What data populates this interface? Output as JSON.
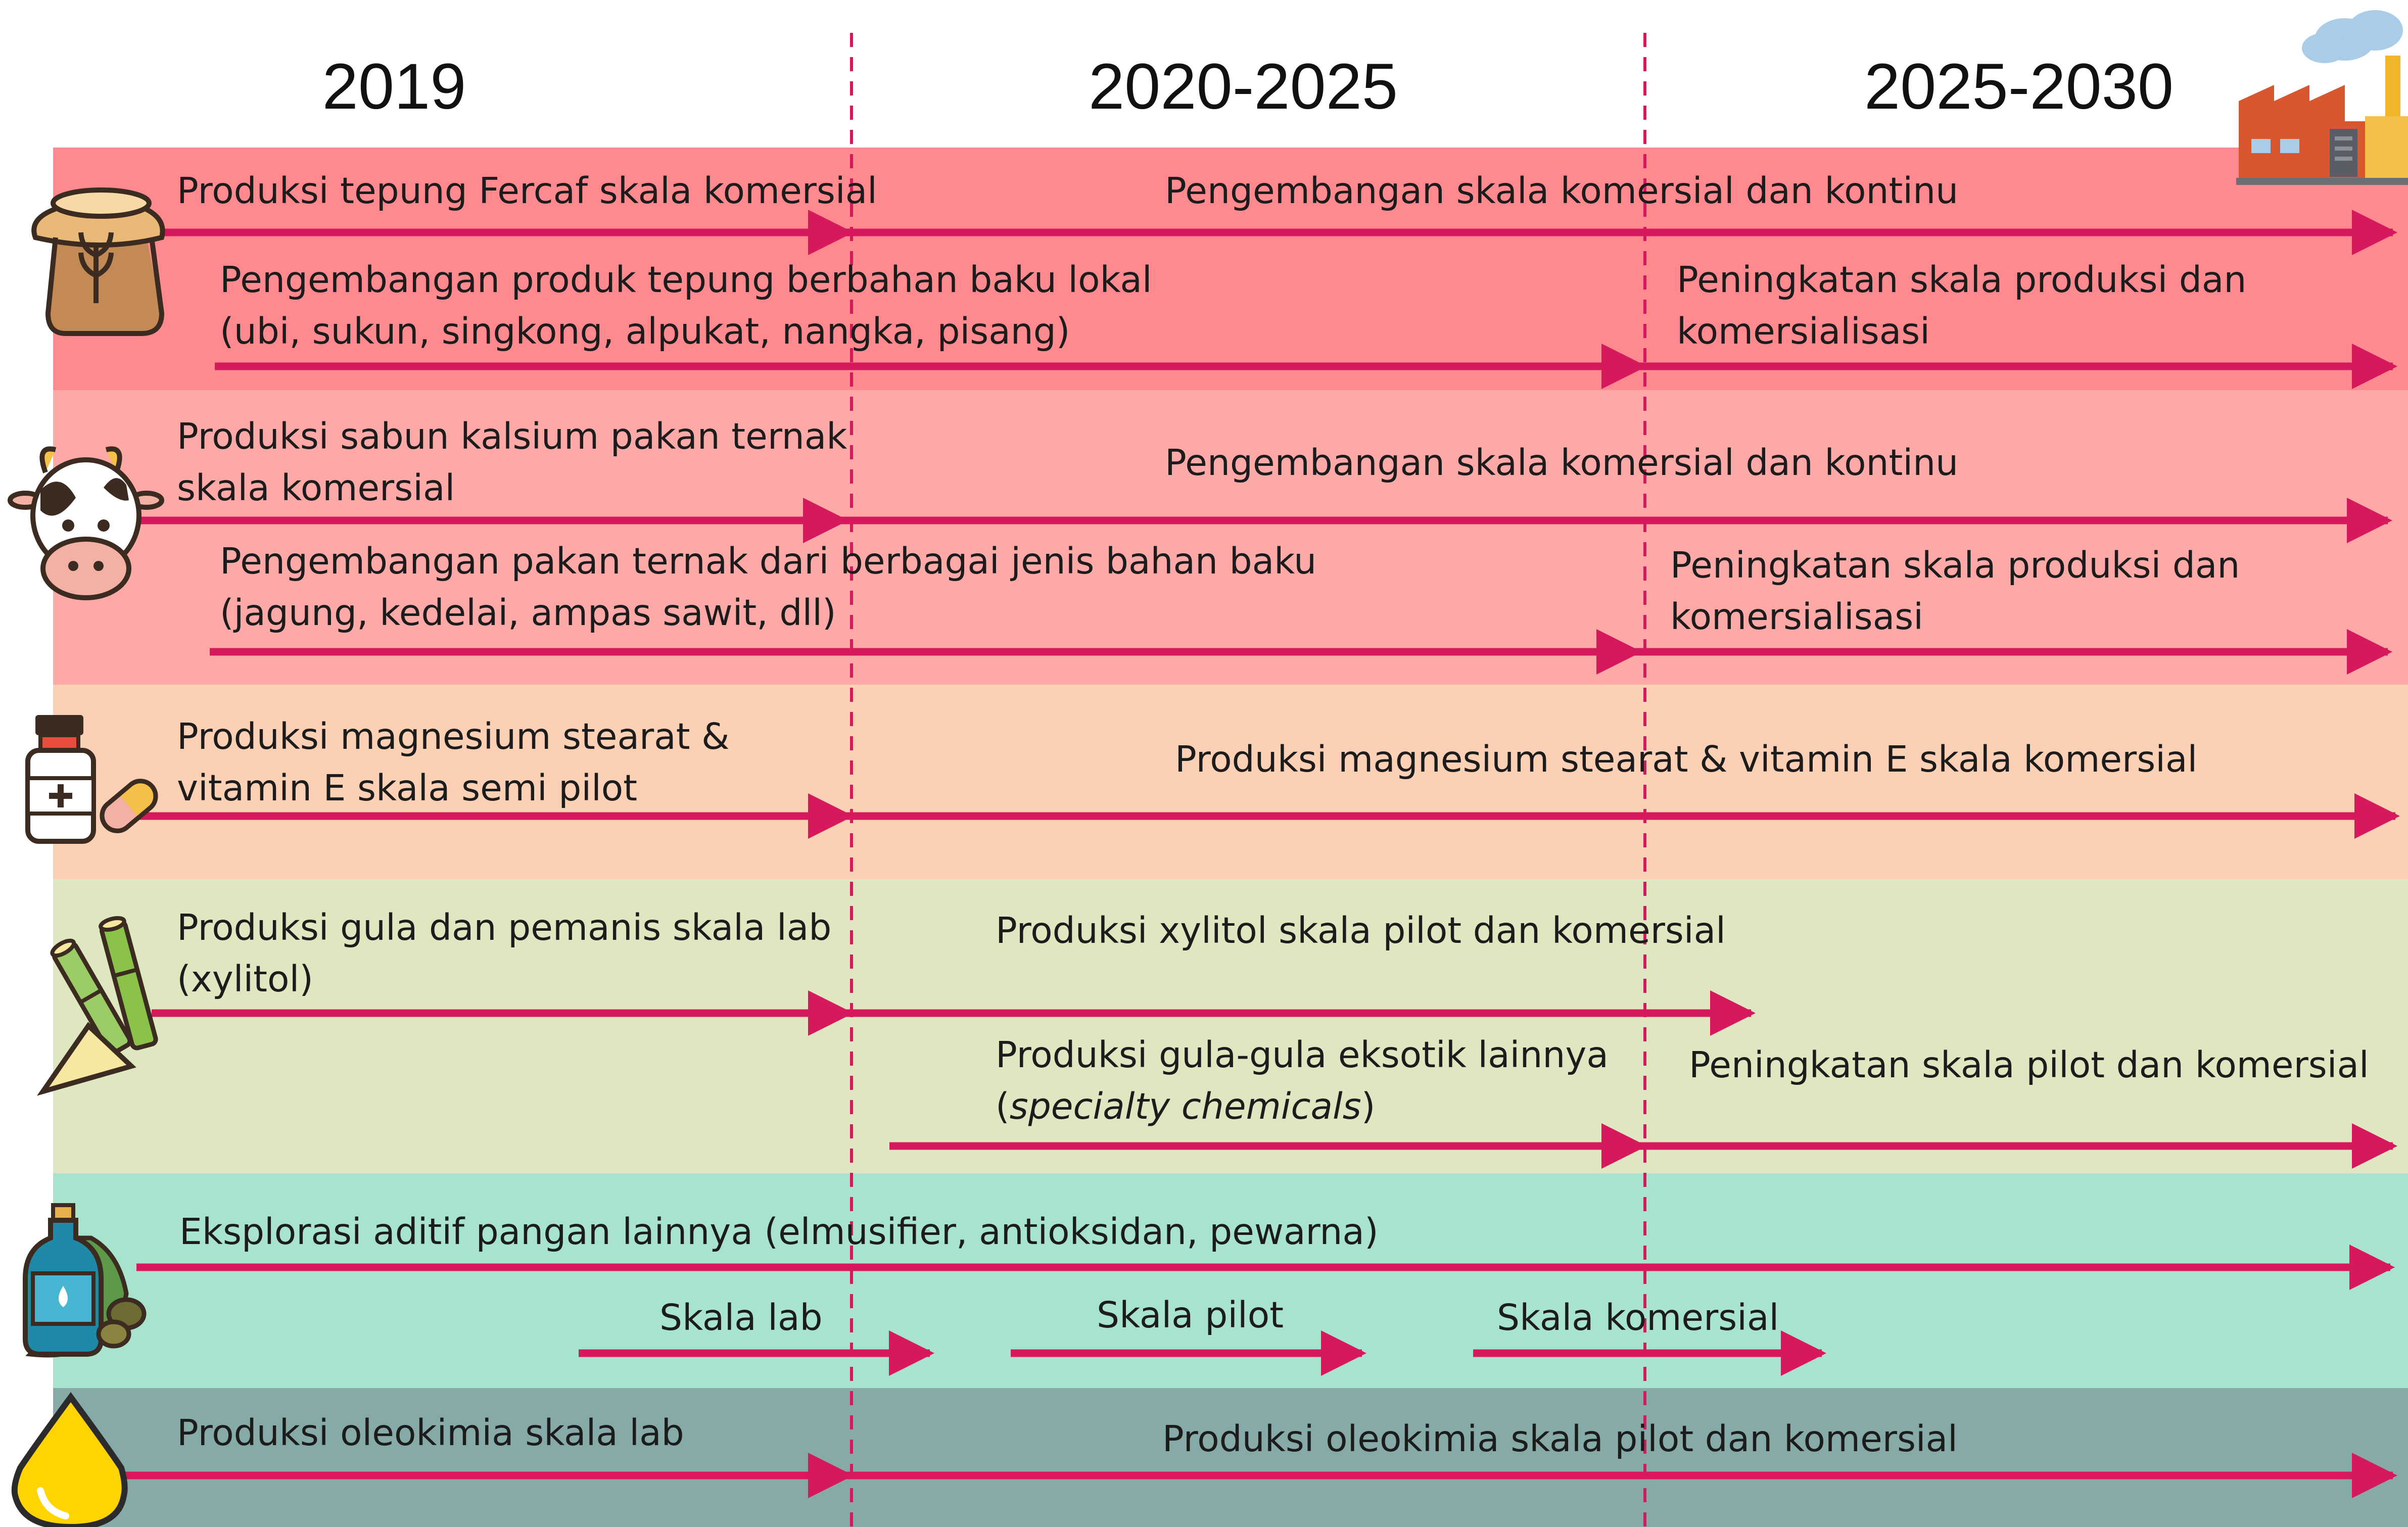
{
  "periods": [
    "2019",
    "2020-2025",
    "2025-2030"
  ],
  "colors": {
    "arrow": "#d6185c",
    "divider": "#d6185c",
    "band_flour": "#fe8a90",
    "band_feed": "#fda9a7",
    "band_pharma": "#fcd0b4",
    "band_sugar": "#dfe7c1",
    "band_additive": "#a7e3cd",
    "band_oleo": "#85aaa7"
  },
  "icons": [
    "factory-icon",
    "flour-sack-icon",
    "cow-icon",
    "medicine-icon",
    "sugarcane-icon",
    "oil-bottle-icon",
    "oil-drop-icon"
  ],
  "rows": {
    "flour": {
      "a1": "Produksi tepung Fercaf skala komersial",
      "a2": "Pengembangan skala komersial dan kontinu",
      "b1_l1": "Pengembangan produk tepung berbahan baku lokal",
      "b1_l2": "(ubi, sukun, singkong, alpukat, nangka, pisang)",
      "b2_l1": "Peningkatan skala produksi dan",
      "b2_l2": "komersialisasi"
    },
    "feed": {
      "a1_l1": "Produksi sabun kalsium pakan ternak",
      "a1_l2": "skala komersial",
      "a2": "Pengembangan skala komersial dan kontinu",
      "b1_l1": "Pengembangan pakan ternak dari berbagai jenis bahan baku",
      "b1_l2": "(jagung, kedelai, ampas sawit, dll)",
      "b2_l1": "Peningkatan skala produksi dan",
      "b2_l2": "komersialisasi"
    },
    "pharma": {
      "a1_l1": "Produksi magnesium stearat &",
      "a1_l2": "vitamin E skala semi pilot",
      "a2": "Produksi magnesium stearat & vitamin E skala komersial"
    },
    "sugar": {
      "a1_l1": "Produksi gula dan pemanis skala lab",
      "a1_l2": "(xylitol)",
      "a2": "Produksi xylitol skala pilot dan komersial",
      "b1_l1": "Produksi gula-gula eksotik lainnya",
      "b1_l2_open": "(",
      "b1_l2_italic": "specialty chemicals",
      "b1_l2_close": ")",
      "b2": "Peningkatan skala pilot dan komersial"
    },
    "additive": {
      "a1": "Eksplorasi aditif pangan lainnya (elmusifier, antioksidan, pewarna)",
      "s1": "Skala lab",
      "s2": "Skala pilot",
      "s3": "Skala komersial"
    },
    "oleo": {
      "a1": "Produksi oleokimia skala lab",
      "a2": "Produksi oleokimia skala pilot dan komersial"
    }
  }
}
